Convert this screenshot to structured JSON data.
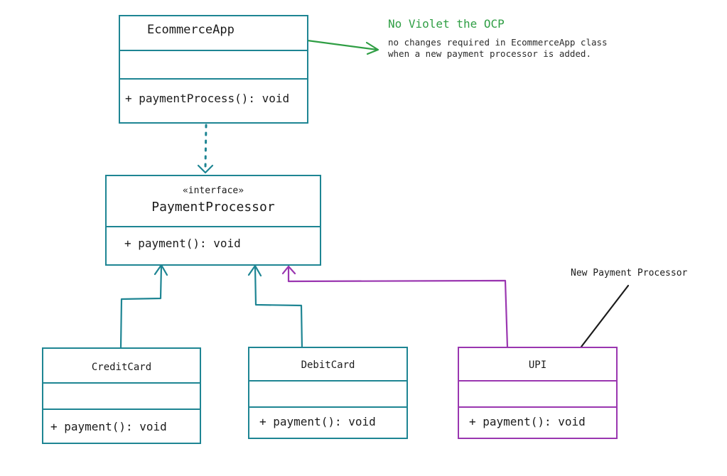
{
  "note": {
    "title": "No Violet the OCP",
    "lines": [
      "no changes required in EcommerceApp class",
      "when a new payment processor is added."
    ]
  },
  "ecommerce_app": {
    "name": "EcommerceApp",
    "attributes": "",
    "method": "+ paymentProcess(): void"
  },
  "payment_processor": {
    "stereotype": "«interface»",
    "name": "PaymentProcessor",
    "method": "+ payment(): void"
  },
  "credit_card": {
    "name": "CreditCard",
    "attributes": "",
    "method": "+ payment(): void"
  },
  "debit_card": {
    "name": "DebitCard",
    "attributes": "",
    "method": "+ payment(): void"
  },
  "upi": {
    "name": "UPI",
    "attributes": "",
    "method": "+ payment(): void"
  },
  "new_processor_label": "New Payment Processor",
  "colors": {
    "teal": "#1e8593",
    "purple": "#9a36b0",
    "green": "#2f9e44",
    "black": "#1b1b1b"
  }
}
